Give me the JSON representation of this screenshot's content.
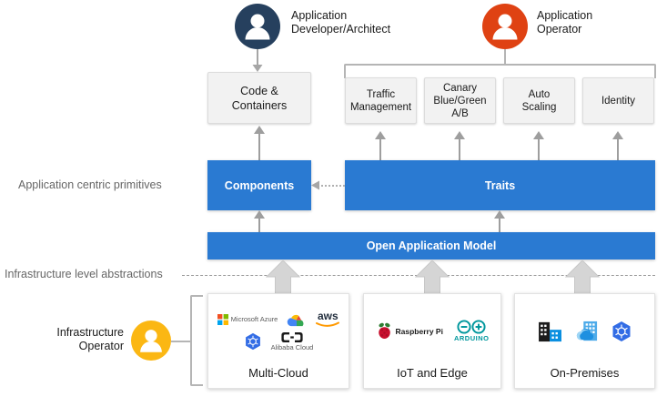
{
  "diagram": {
    "title": "Open Application Model layered architecture",
    "colors": {
      "blue": "#2a7ad2",
      "grey_box": "#f2f2f2",
      "dev_avatar": "#26405e",
      "operator_avatar": "#df4213",
      "infra_avatar": "#fbb713",
      "caption_text": "#666666",
      "connector": "#b5b5b5"
    }
  },
  "personas": [
    {
      "id": "application-developer",
      "label": "Application\nDeveloper/Architect",
      "icon": "person-icon",
      "color": "#26405e"
    },
    {
      "id": "application-operator",
      "label": "Application\nOperator",
      "icon": "person-icon",
      "color": "#df4213"
    },
    {
      "id": "infrastructure-operator",
      "label": "Infrastructure\nOperator",
      "icon": "person-icon",
      "color": "#fbb713"
    }
  ],
  "developer_artifacts": [
    {
      "id": "code-and-containers",
      "label": "Code &\nContainers"
    }
  ],
  "operator_traits": [
    {
      "id": "traffic-management",
      "label": "Traffic\nManagement"
    },
    {
      "id": "canary-blue-green-ab",
      "label": "Canary\nBlue/Green\nA/B"
    },
    {
      "id": "auto-scaling",
      "label": "Auto\nScaling"
    },
    {
      "id": "identity",
      "label": "Identity"
    }
  ],
  "primitives": {
    "caption": "Application centric primitives",
    "components": {
      "id": "components",
      "label": "Components"
    },
    "traits": {
      "id": "traits",
      "label": "Traits"
    }
  },
  "model": {
    "id": "open-application-model",
    "label": "Open Application Model"
  },
  "infrastructure": {
    "caption": "Infrastructure level abstractions",
    "cards": [
      {
        "id": "multi-cloud",
        "title": "Multi-Cloud",
        "logos": [
          {
            "icon": "microsoft-azure-logo",
            "label": "Microsoft Azure"
          },
          {
            "icon": "google-cloud-logo",
            "label": ""
          },
          {
            "icon": "aws-logo",
            "label": "aws"
          },
          {
            "icon": "kubernetes-logo",
            "label": ""
          },
          {
            "icon": "alibaba-cloud-logo",
            "label": "Alibaba Cloud"
          }
        ]
      },
      {
        "id": "iot-and-edge",
        "title": "IoT and Edge",
        "logos": [
          {
            "icon": "raspberry-pi-logo",
            "label": "Raspberry Pi"
          },
          {
            "icon": "arduino-logo",
            "label": "ARDUINO"
          }
        ]
      },
      {
        "id": "on-premises",
        "title": "On-Premises",
        "logos": [
          {
            "icon": "datacenter-buildings-icon",
            "label": ""
          },
          {
            "icon": "azure-stack-logo",
            "label": ""
          },
          {
            "icon": "kubernetes-logo",
            "label": ""
          }
        ]
      }
    ]
  }
}
